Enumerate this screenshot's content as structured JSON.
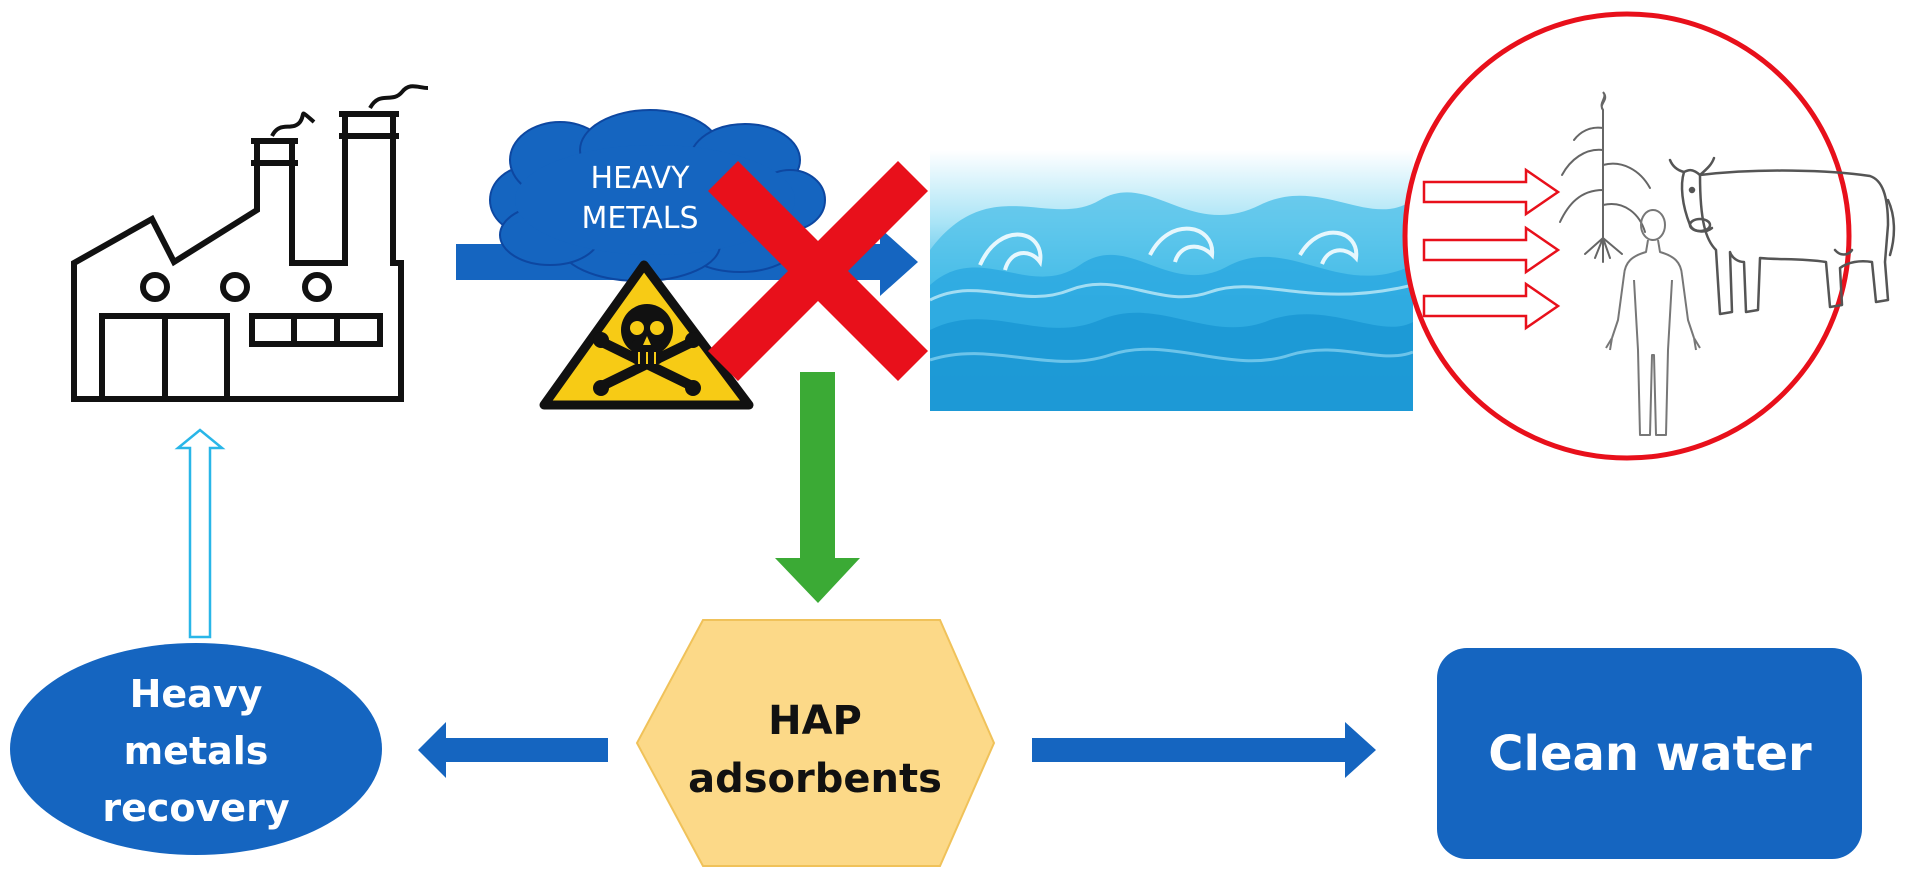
{
  "cloud": {
    "line1": "HEAVY",
    "line2": "METALS"
  },
  "hexagon": {
    "line1": "HAP",
    "line2": "adsorbents"
  },
  "recovery": {
    "line1": "Heavy",
    "line2": "metals",
    "line3": "recovery"
  },
  "clean_water": {
    "label": "Clean water"
  },
  "colors": {
    "blue": "#1565C0",
    "green": "#3BAA35",
    "red": "#E8101B",
    "hexagon_fill": "#FCD988",
    "outline_cyan": "#29B6E8",
    "warning_yellow": "#F7CB15"
  }
}
